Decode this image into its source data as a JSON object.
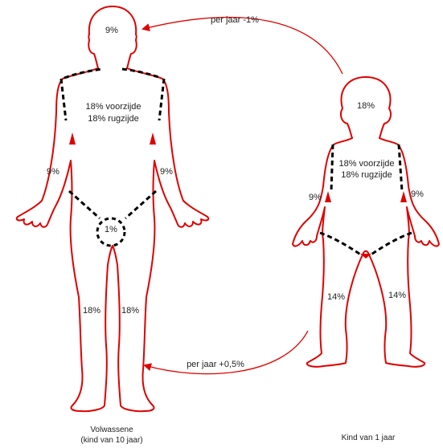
{
  "adult": {
    "head": "9%",
    "trunk_front": "18% voorzijde",
    "trunk_back": "18% rugzijde",
    "arm_left": "9%",
    "arm_right": "9%",
    "genital": "1%",
    "leg_left": "18%",
    "leg_right": "18%",
    "caption_line1": "Volwassene",
    "caption_line2": "(kind van 10 jaar)"
  },
  "child": {
    "head": "18%",
    "trunk_front": "18% voorzijde",
    "trunk_back": "18% rugzijde",
    "arm_left": "9%",
    "arm_right": "9%",
    "leg_left": "14%",
    "leg_right": "14%",
    "caption": "Kind van 1 jaar"
  },
  "arrows": {
    "top_label": "per jaar -1%",
    "bottom_label": "per jaar +0,5%"
  },
  "colors": {
    "outline": "#e00000",
    "segment_lines": "#000000",
    "text": "#222222",
    "background": "#ffffff"
  }
}
